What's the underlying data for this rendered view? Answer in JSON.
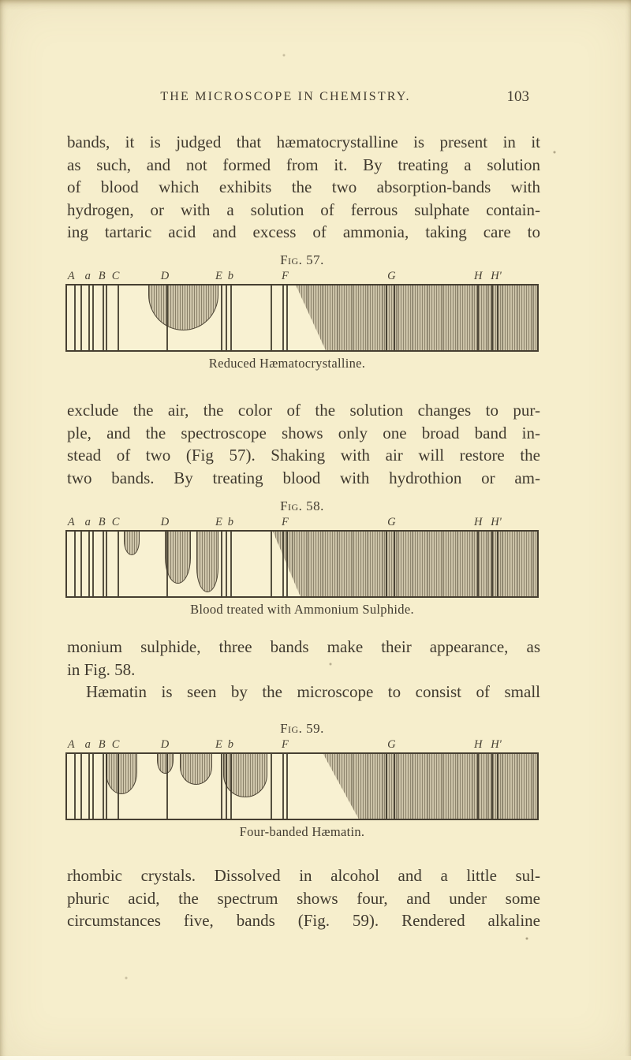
{
  "header": {
    "title": "THE MICROSCOPE IN CHEMISTRY.",
    "page_number": "103"
  },
  "paragraphs": [
    {
      "id": "p1",
      "justify_last": true,
      "indent": false,
      "lines": [
        "bands, it is judged that hæmatocrystalline is present in it",
        "as such, and not formed from it. By treating a solution",
        "of blood which exhibits the two absorption-bands with",
        "hydrogen, or with a solution of ferrous sulphate contain-",
        "ing tartaric acid and excess of ammonia, taking care to"
      ]
    },
    {
      "id": "p2",
      "justify_last": true,
      "indent": false,
      "lines": [
        "exclude the air, the color of the solution changes to pur-",
        "ple, and the spectroscope shows only one broad band in-",
        "stead of two (Fig 57). Shaking with air will restore the",
        "two bands. By treating blood with hydrothion or am-"
      ]
    },
    {
      "id": "p3",
      "justify_last": false,
      "indent": false,
      "lines": [
        "monium sulphide, three bands make their appearance, as",
        "in Fig. 58."
      ]
    },
    {
      "id": "p4",
      "justify_last": true,
      "indent": true,
      "lines": [
        "Hæmatin is seen by the microscope to consist of small"
      ]
    },
    {
      "id": "p5",
      "justify_last": true,
      "indent": false,
      "lines": [
        "rhombic crystals. Dissolved in alcohol and a little sul-",
        "phuric acid, the spectrum shows four, and under some",
        "circumstances five, bands (Fig. 59). Rendered alkaline"
      ]
    }
  ],
  "spectrum_scale": {
    "labels": [
      {
        "text": "A",
        "x": 1.2
      },
      {
        "text": "a",
        "x": 4.7
      },
      {
        "text": "B",
        "x": 7.7
      },
      {
        "text": "C",
        "x": 10.6
      },
      {
        "text": "D",
        "x": 21.0
      },
      {
        "text": "E",
        "x": 32.4
      },
      {
        "text": "b",
        "x": 34.9
      },
      {
        "text": "F",
        "x": 46.4
      },
      {
        "text": "G",
        "x": 68.9
      },
      {
        "text": "H",
        "x": 87.2
      },
      {
        "text": "H'",
        "x": 91.0
      }
    ],
    "lines_x": [
      1.5,
      2.8,
      4.5,
      5.3,
      7.5,
      8.2,
      10.8,
      21.2,
      32.8,
      33.8,
      34.7,
      43.3,
      45.8,
      46.7,
      67.8,
      69.5,
      87.2,
      90.3,
      91.4
    ]
  },
  "figures": [
    {
      "number": "Fig. 57.",
      "caption": "Reduced Hæmatocrystalline.",
      "bands": [
        {
          "from": 17.3,
          "to": 32.2,
          "depth": 69,
          "curve": 80
        }
      ],
      "shade": {
        "top_x": 48.7,
        "bottom_x": 55.0
      }
    },
    {
      "number": "Fig. 58.",
      "caption": "Blood treated with Ammonium Sulphide.",
      "bands": [
        {
          "from": 12.0,
          "to": 15.4,
          "depth": 36,
          "curve": 62
        },
        {
          "from": 20.8,
          "to": 26.3,
          "depth": 80,
          "curve": 50
        },
        {
          "from": 27.5,
          "to": 32.2,
          "depth": 94,
          "curve": 40
        }
      ],
      "shade": {
        "top_x": 43.8,
        "bottom_x": 49.6
      }
    },
    {
      "number": "Fig. 59.",
      "caption": "Four-banded Hæmatin.",
      "bands": [
        {
          "from": 8.3,
          "to": 15.0,
          "depth": 62,
          "curve": 55
        },
        {
          "from": 19.2,
          "to": 22.6,
          "depth": 31,
          "curve": 68
        },
        {
          "from": 24.0,
          "to": 30.8,
          "depth": 48,
          "curve": 58
        },
        {
          "from": 33.3,
          "to": 42.6,
          "depth": 67,
          "curve": 52
        }
      ],
      "shade": {
        "top_x": 54.5,
        "bottom_x": 62.0
      }
    }
  ],
  "colors": {
    "paper": "#f6eecc",
    "ink": "#3e382e",
    "figure_outline": "#463f31",
    "hatch_dark": "#8a8169",
    "hatch_light": "#cfc6ab"
  }
}
